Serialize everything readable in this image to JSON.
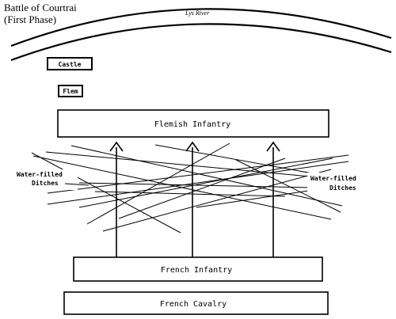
{
  "title": {
    "line1": "Battle of Courtrai",
    "line2": "(First Phase)"
  },
  "river": {
    "label": "Lys River"
  },
  "positions": {
    "castle": "Castle",
    "flem": "Flem",
    "flemish_infantry": "Flemish Infantry",
    "french_infantry": "French Infantry",
    "french_cavalry": "French Cavalry"
  },
  "ditches": {
    "left_line1": "Water-filled",
    "left_line2": "Ditches",
    "right_line1": "Water-filled",
    "right_line2": "Ditches"
  },
  "attack_arrows": {
    "count": 3
  }
}
